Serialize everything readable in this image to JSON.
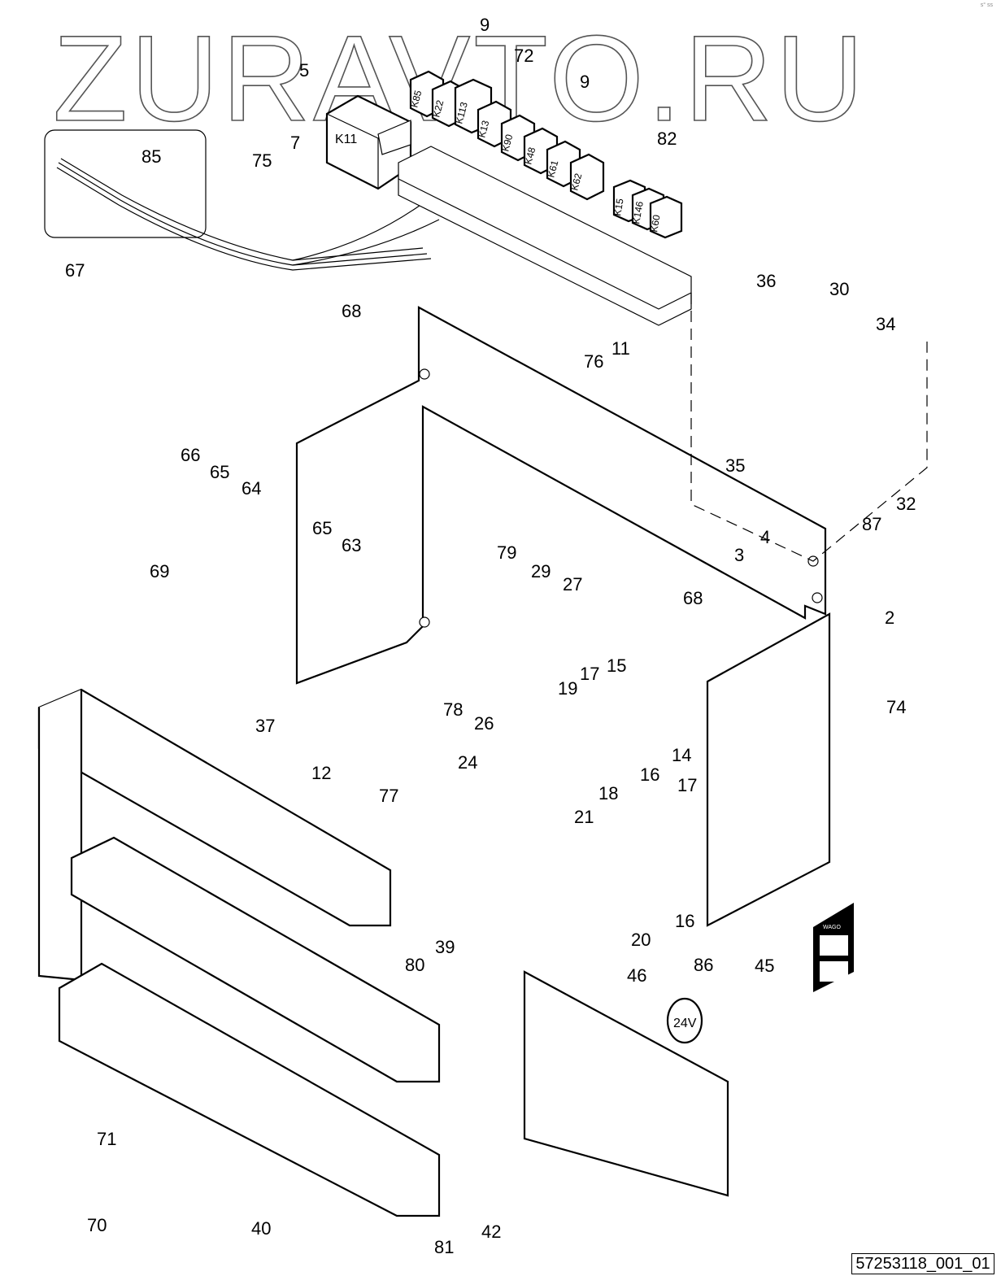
{
  "diagram": {
    "title": "Exploded parts diagram — electrical panel",
    "watermark": "ZURAVTO.RU",
    "document_id": "57253118_001_01",
    "corner_mark": "s° ss",
    "relay_labels": [
      "K85",
      "K22",
      "K113",
      "K13",
      "K90",
      "K48",
      "K61",
      "K62"
    ],
    "relay_labels_82": [
      "K15",
      "K146",
      "K60"
    ],
    "main_relay_label": "K11",
    "voltage_badge": "24V",
    "tag_brand": "WAGO",
    "callouts": [
      {
        "id": "9a",
        "label": "9"
      },
      {
        "id": "72",
        "label": "72"
      },
      {
        "id": "9b",
        "label": "9"
      },
      {
        "id": "5",
        "label": "5"
      },
      {
        "id": "82",
        "label": "82"
      },
      {
        "id": "85",
        "label": "85"
      },
      {
        "id": "7",
        "label": "7"
      },
      {
        "id": "75",
        "label": "75"
      },
      {
        "id": "67",
        "label": "67"
      },
      {
        "id": "68a",
        "label": "68"
      },
      {
        "id": "76",
        "label": "76"
      },
      {
        "id": "11",
        "label": "11"
      },
      {
        "id": "36",
        "label": "36"
      },
      {
        "id": "30",
        "label": "30"
      },
      {
        "id": "34",
        "label": "34"
      },
      {
        "id": "66",
        "label": "66"
      },
      {
        "id": "65a",
        "label": "65"
      },
      {
        "id": "64",
        "label": "64"
      },
      {
        "id": "65b",
        "label": "65"
      },
      {
        "id": "63",
        "label": "63"
      },
      {
        "id": "35",
        "label": "35"
      },
      {
        "id": "87",
        "label": "87"
      },
      {
        "id": "32",
        "label": "32"
      },
      {
        "id": "69",
        "label": "69"
      },
      {
        "id": "79",
        "label": "79"
      },
      {
        "id": "29",
        "label": "29"
      },
      {
        "id": "27",
        "label": "27"
      },
      {
        "id": "3",
        "label": "3"
      },
      {
        "id": "4",
        "label": "4"
      },
      {
        "id": "2",
        "label": "2"
      },
      {
        "id": "68b",
        "label": "68"
      },
      {
        "id": "17a",
        "label": "17"
      },
      {
        "id": "15",
        "label": "15"
      },
      {
        "id": "19",
        "label": "19"
      },
      {
        "id": "78",
        "label": "78"
      },
      {
        "id": "26",
        "label": "26"
      },
      {
        "id": "74",
        "label": "74"
      },
      {
        "id": "37",
        "label": "37"
      },
      {
        "id": "14",
        "label": "14"
      },
      {
        "id": "24",
        "label": "24"
      },
      {
        "id": "12",
        "label": "12"
      },
      {
        "id": "77",
        "label": "77"
      },
      {
        "id": "16a",
        "label": "16"
      },
      {
        "id": "18",
        "label": "18"
      },
      {
        "id": "17b",
        "label": "17"
      },
      {
        "id": "21",
        "label": "21"
      },
      {
        "id": "16b",
        "label": "16"
      },
      {
        "id": "20",
        "label": "20"
      },
      {
        "id": "39",
        "label": "39"
      },
      {
        "id": "80",
        "label": "80"
      },
      {
        "id": "45",
        "label": "45"
      },
      {
        "id": "46",
        "label": "46"
      },
      {
        "id": "86",
        "label": "86"
      },
      {
        "id": "71",
        "label": "71"
      },
      {
        "id": "70",
        "label": "70"
      },
      {
        "id": "40",
        "label": "40"
      },
      {
        "id": "42",
        "label": "42"
      },
      {
        "id": "81",
        "label": "81"
      }
    ]
  }
}
